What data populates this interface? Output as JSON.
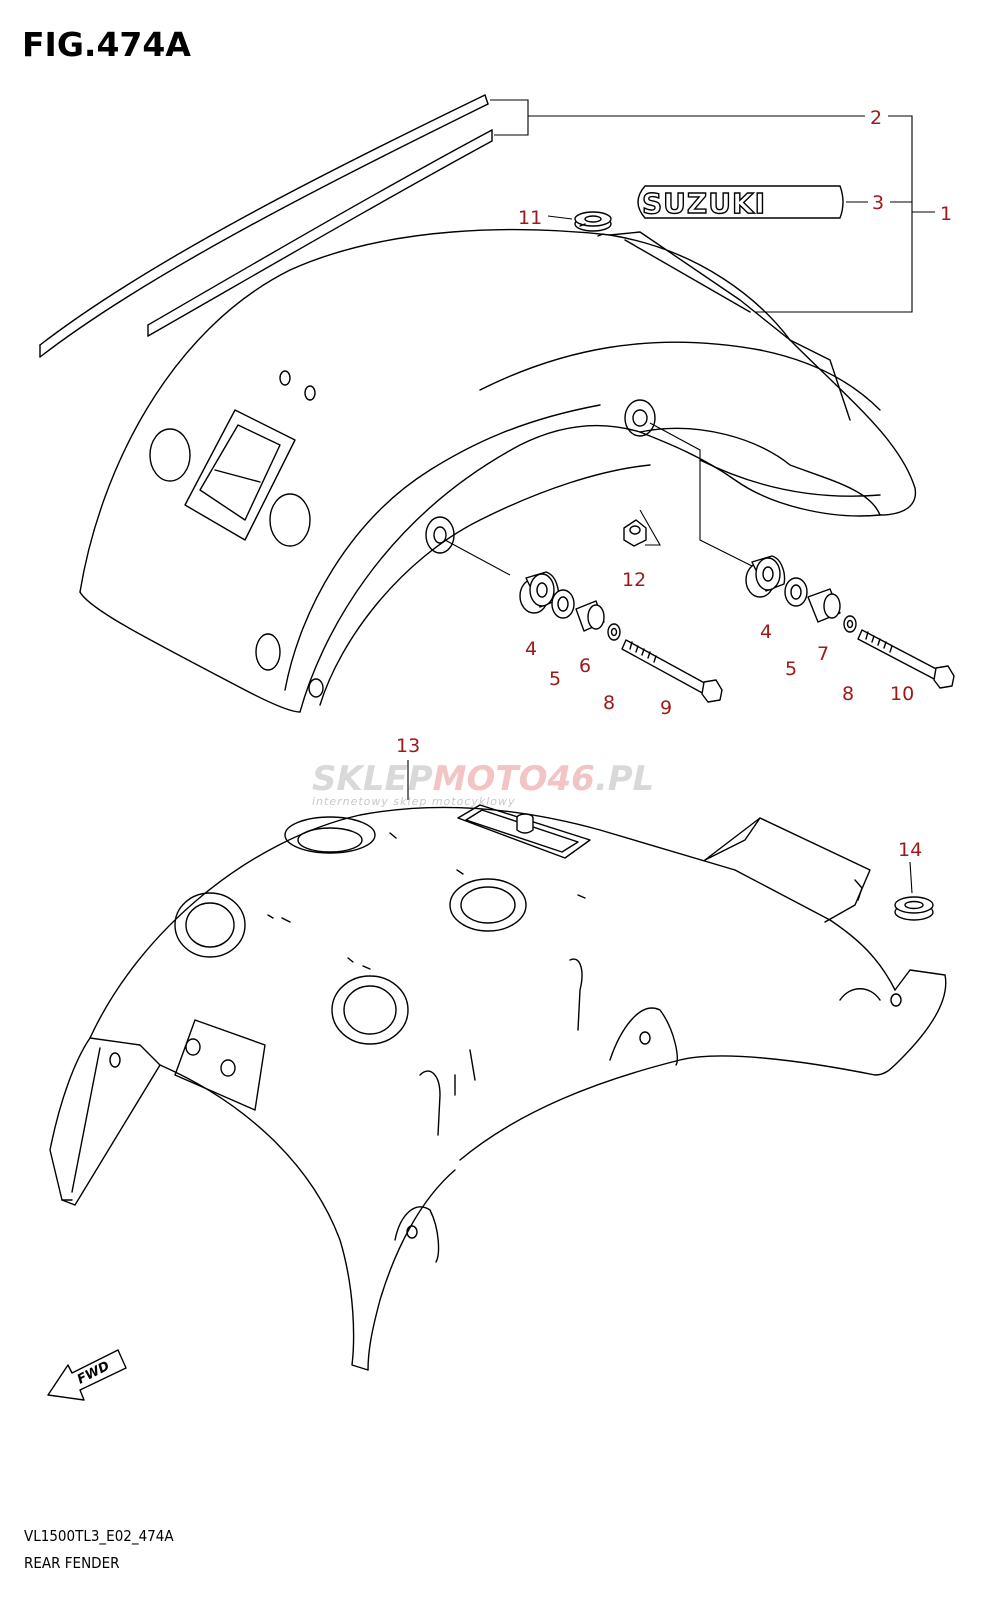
{
  "figure": {
    "title": "FIG.474A",
    "model_code": "VL1500TL3_E02_474A",
    "caption": "REAR FENDER"
  },
  "watermark": {
    "main_a": "SKLEP",
    "main_b": "MOTO",
    "main_c": "46",
    "main_d": ".PL",
    "sub": "internetowy sklep motocyklowy"
  },
  "emblem": {
    "text": "SUZUKI"
  },
  "direction_marker": {
    "text": "FWD"
  },
  "callouts": {
    "c1": "1",
    "c2": "2",
    "c3": "3",
    "c4a": "4",
    "c4b": "4",
    "c5a": "5",
    "c5b": "5",
    "c6": "6",
    "c7": "7",
    "c8a": "8",
    "c8b": "8",
    "c9": "9",
    "c10": "10",
    "c11": "11",
    "c12": "12",
    "c13": "13",
    "c14": "14"
  },
  "colors": {
    "callout": "#a01818",
    "line": "#000000",
    "watermark_gray": "#d9d9d9",
    "watermark_red": "#f2c4c4"
  }
}
